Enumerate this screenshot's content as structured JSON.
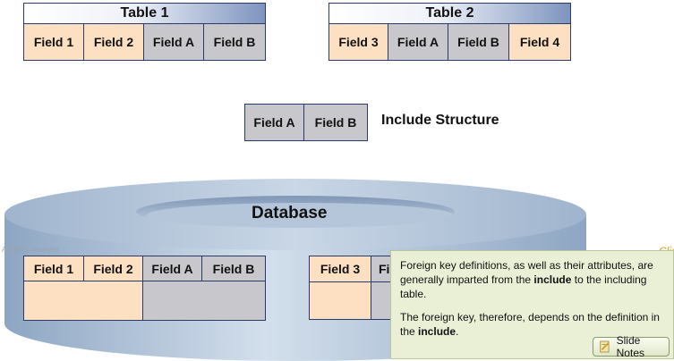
{
  "table1": {
    "title": "Table 1",
    "fields": [
      "Field 1",
      "Field 2",
      "Field A",
      "Field B"
    ]
  },
  "table2": {
    "title": "Table 2",
    "fields": [
      "Field 3",
      "Field A",
      "Field B",
      "Field 4"
    ]
  },
  "include": {
    "fields": [
      "Field A",
      "Field B"
    ],
    "label": "Include Structure"
  },
  "database": {
    "label": "Database",
    "table1_fields": [
      "Field 1",
      "Field 2",
      "Field A",
      "Field B"
    ],
    "table2_fields": [
      "Field 3",
      "Fi"
    ]
  },
  "watermark": "All rights reserved",
  "corner_text": "Clic",
  "tooltip": {
    "p1_a": "Foreign key definitions, as well as their attributes, are generally imparted from the ",
    "p1_b": "include",
    "p1_c": " to the including table.",
    "p2_a": "The foreign key, therefore, depends on the definition in the ",
    "p2_b": "include",
    "p2_c": ".",
    "button": "Slide Notes",
    "button_icon": "notes-icon"
  },
  "colors": {
    "peach": "#fde0c2",
    "grey": "#c8c8cc",
    "border": "#2a3a6a",
    "disk": "#a9bdd3",
    "tooltip": "#e9f0d6"
  }
}
